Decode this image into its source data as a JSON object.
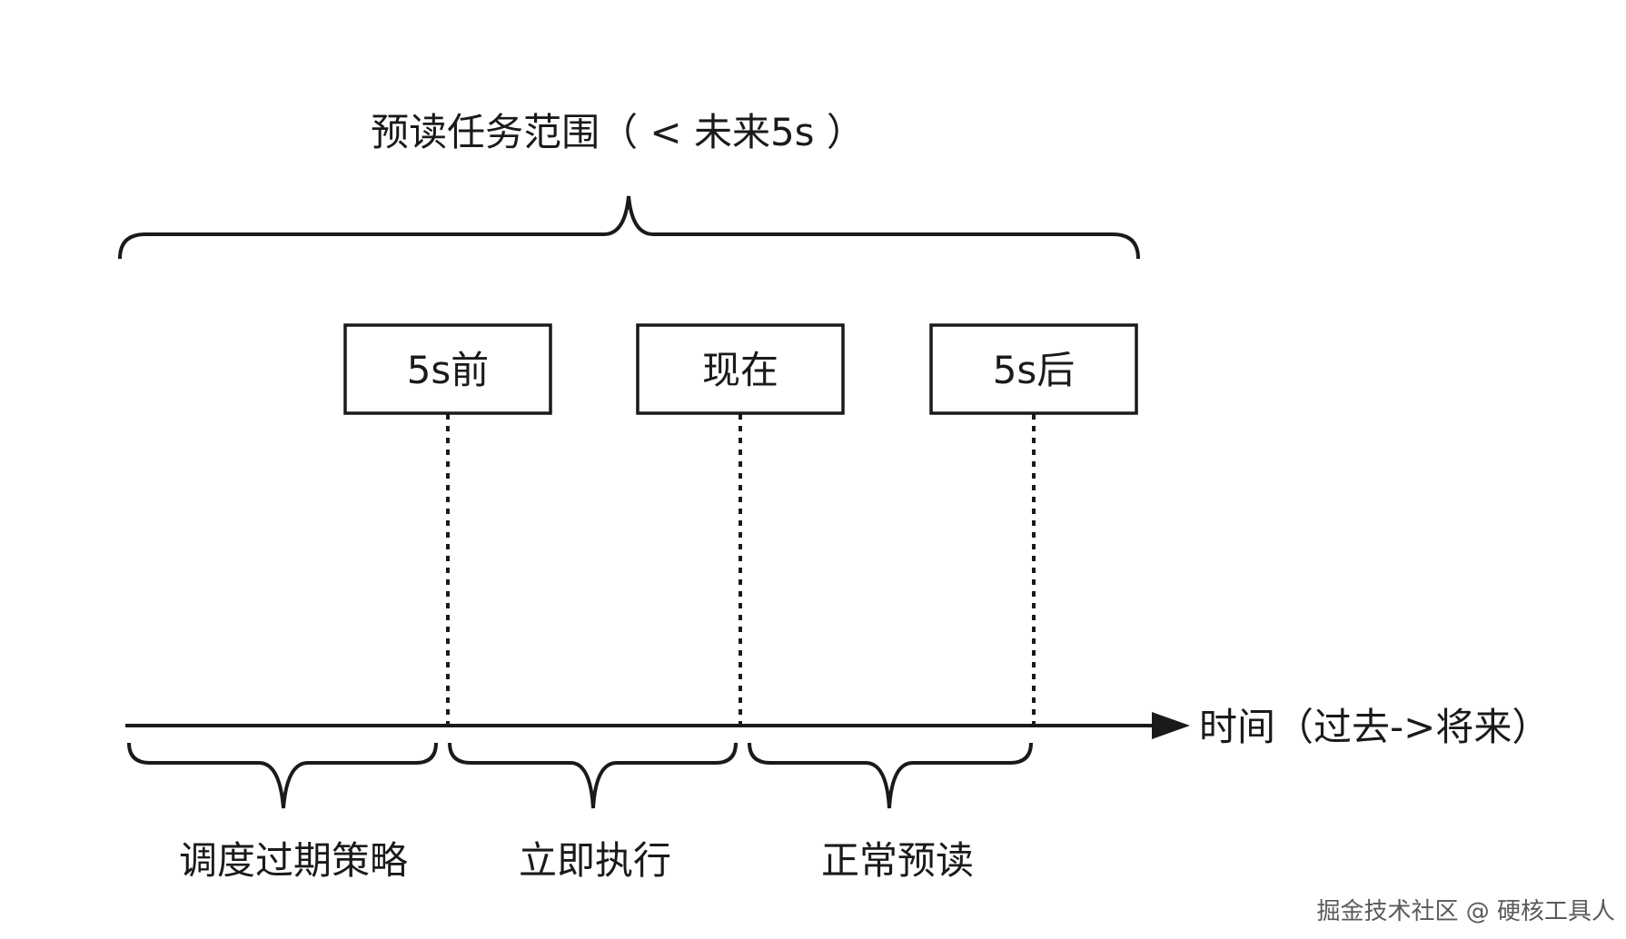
{
  "range": {
    "label": "预读任务范围（ < 未来5s ）"
  },
  "markers": [
    {
      "label": "5s前"
    },
    {
      "label": "现在"
    },
    {
      "label": "5s后"
    }
  ],
  "axis": {
    "label": "时间（过去->将来）"
  },
  "segments": [
    {
      "label": "调度过期策略"
    },
    {
      "label": "立即执行"
    },
    {
      "label": "正常预读"
    }
  ],
  "watermark": {
    "text": "掘金技术社区 @ 硬核工具人"
  }
}
